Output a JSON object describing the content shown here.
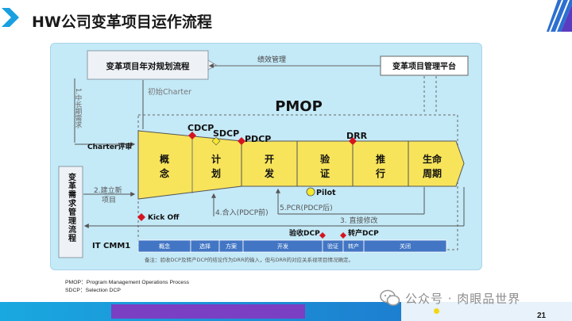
{
  "title": "HW公司变革项目运作流程",
  "diagram": {
    "annual_plan": "变革项目年对规划流程",
    "platform": "变革项目管理平台",
    "perf_mgmt": "绩效管理",
    "initial_charter": "初始Charter",
    "pmop": "PMOP",
    "mid_long_term": "1.中长期需求",
    "charter_review": "Charter评审",
    "new_project": "2.建立新项目",
    "change_req_flow": "变革需求管理流程",
    "dcps": {
      "cdcp": "CDCP",
      "sdcp": "SDCP",
      "pdcp": "PDCP",
      "drr": "DRR"
    },
    "phases": [
      "概念",
      "计划",
      "开发",
      "验证",
      "推行",
      "生命周期"
    ],
    "pilot": "Pilot",
    "kick_off": "Kick Off",
    "merge_in": "4.合入(PDCP前)",
    "pcr": "5.PCR(PDCP后)",
    "direct_modify": "3. 直接修改",
    "acceptance_dcp": "验收DCP",
    "production_dcp": "转产DCP",
    "itcmm": "IT CMM1",
    "itcmm_cells": [
      "概念",
      "选择",
      "方案",
      "开发",
      "验证",
      "转产",
      "关闭"
    ],
    "note": "备注：验收DCP及转产DCP的结论作为DRR的输入，但与DRR的对应关系视项目情况确定。",
    "colors": {
      "phase_yellow": "#f7e45a",
      "pilot": "#f5e82d",
      "diamond_red": "#d4151f",
      "itcmm_blue": "#4276c4"
    }
  },
  "footnotes": [
    "PMOP：Program Management Operations Process",
    "SDCP：Selection DCP"
  ],
  "watermark": "公众号 · 肉眼品世界",
  "page_number": "21"
}
